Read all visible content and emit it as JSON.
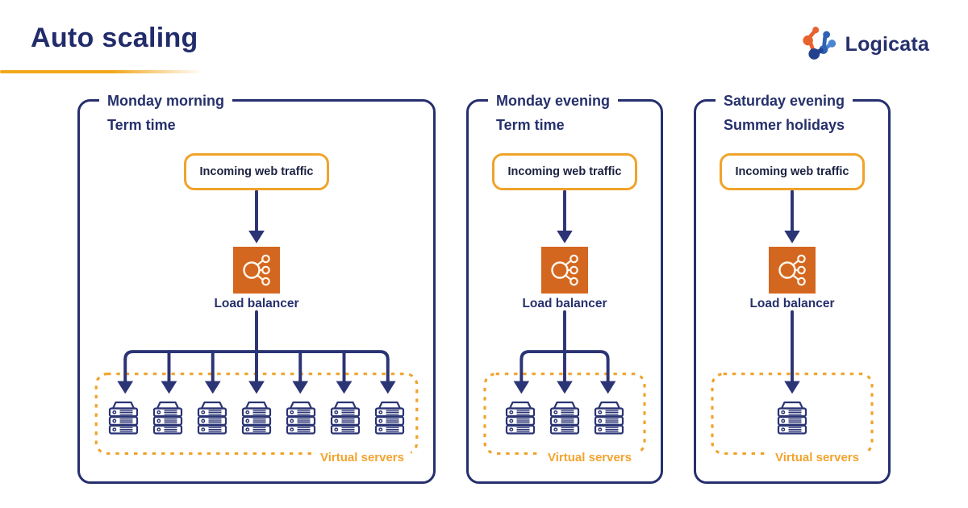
{
  "header": {
    "title": "Auto scaling",
    "brand": "Logicata"
  },
  "colors": {
    "navy_text": "#25306B",
    "arrow_navy": "#2B3474",
    "accent_orange": "#F0A32A",
    "virtual_servers_orange": "#F2A42E",
    "load_balancer_orange": "#D4671F"
  },
  "panels": [
    {
      "title_line1": "Monday morning",
      "title_line2": "Term time",
      "traffic_box_label": "Incoming web traffic",
      "load_balancer_label": "Load balancer",
      "virtual_servers_label": "Virtual servers",
      "server_count": 7
    },
    {
      "title_line1": "Monday evening",
      "title_line2": "Term time",
      "traffic_box_label": "Incoming web traffic",
      "load_balancer_label": "Load balancer",
      "virtual_servers_label": "Virtual servers",
      "server_count": 3
    },
    {
      "title_line1": "Saturday evening",
      "title_line2": "Summer holidays",
      "traffic_box_label": "Incoming web traffic",
      "load_balancer_label": "Load balancer",
      "virtual_servers_label": "Virtual servers",
      "server_count": 1
    }
  ]
}
